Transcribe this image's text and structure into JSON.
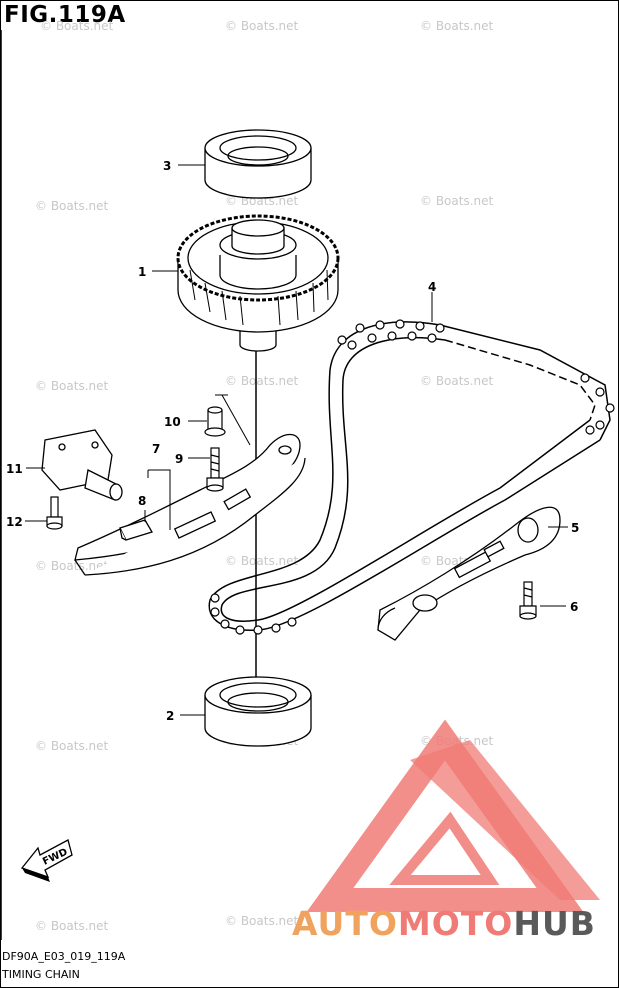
{
  "figure": {
    "title": "FIG.119A",
    "code": "DF90A_E03_019_119A",
    "caption": "TIMING CHAIN"
  },
  "callouts": [
    "1",
    "2",
    "3",
    "4",
    "5",
    "6",
    "7",
    "8",
    "9",
    "10",
    "11",
    "12"
  ],
  "watermark_text": "© Boats.net",
  "fwd_label": "FWD",
  "brand": {
    "part1": "AUTO",
    "part2": "MOTO",
    "part3": "HUB",
    "colors": {
      "auto": "#f0a35e",
      "moto": "#f07b76",
      "hub": "#5a5a5a",
      "logo": "#f07b76"
    }
  }
}
